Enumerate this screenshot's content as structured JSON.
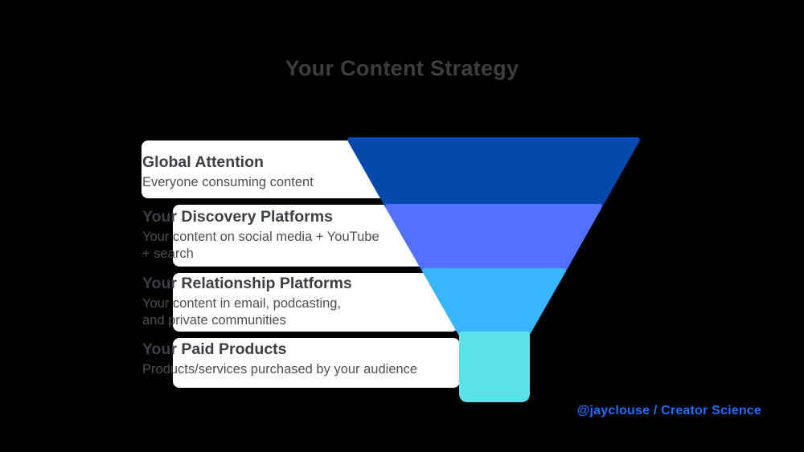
{
  "slide": {
    "title": "Your Content Strategy",
    "credit": "@jayclouse / Creator Science",
    "background_color": "#000000"
  },
  "funnel": {
    "stages": [
      {
        "heading": "Global Attention",
        "subtitle": "Everyone consuming content",
        "color": "#0449ab"
      },
      {
        "heading": "Your Discovery Platforms",
        "subtitle": "Your content on social media + YouTube\n+ search",
        "color": "#5271ff"
      },
      {
        "heading": "Your Relationship Platforms",
        "subtitle": "Your content in email, podcasting,\nand private communities",
        "color": "#38b6ff"
      },
      {
        "heading": "Your Paid Products",
        "subtitle": "Products/services purchased by your audience",
        "color": "#5ce1e6"
      }
    ]
  },
  "colors": {
    "title_text": "#3e3e40",
    "heading_text": "#3c3f45",
    "subtitle_text": "#4c4f54",
    "card_background": "#ffffff",
    "credit_text": "#1e6eff"
  }
}
